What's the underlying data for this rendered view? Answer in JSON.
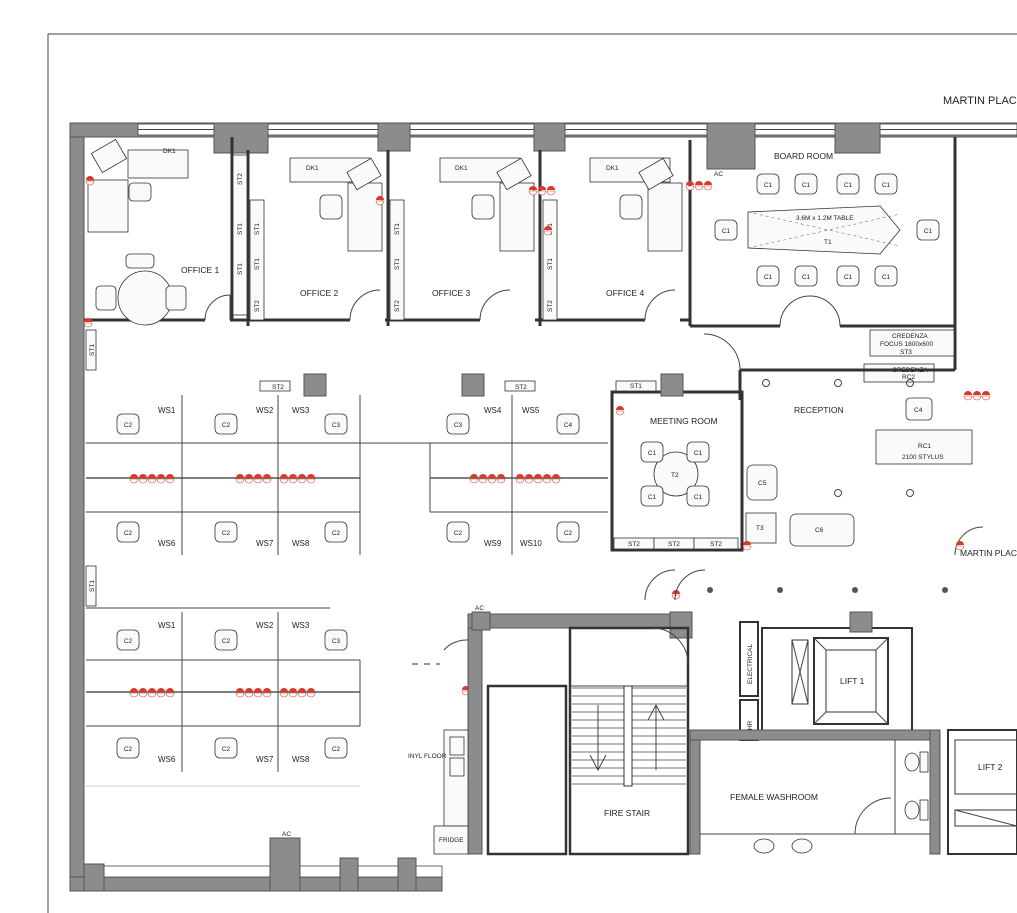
{
  "street": "MARTIN PLAC",
  "rooms": {
    "office1": "OFFICE 1",
    "office2": "OFFICE 2",
    "office3": "OFFICE 3",
    "office4": "OFFICE 4",
    "boardroom": "BOARD ROOM",
    "meeting": "MEETING ROOM",
    "reception": "RECEPTION",
    "firestair": "FIRE STAIR",
    "female_washroom": "FEMALE WASHROOM",
    "lift1": "LIFT 1",
    "lift2": "LIFT 2",
    "electrical": "ELECTRICAL",
    "fhr": "FHR",
    "fridge": "FRIDGE",
    "vinyl_floor": "INYL FLOOR"
  },
  "furniture": {
    "dk1": "DK1",
    "st1": "ST1",
    "st2": "ST2",
    "st3": "ST3",
    "table_label": "3.6M x 1.2M TABLE",
    "t1": "T1",
    "t2": "T2",
    "t3": "T3",
    "c1": "C1",
    "c2": "C2",
    "c3": "C3",
    "c4": "C4",
    "c5": "C5",
    "c6": "C6",
    "credenza": "CREDENZA",
    "credenza1_spec": "FOCUS 1800x600",
    "rc2": "RC2",
    "rc1": "RC1",
    "rc1_spec": "2100 STYLUS",
    "ac": "AC"
  },
  "workstations": [
    "WS1",
    "WS2",
    "WS3",
    "WS4",
    "WS5",
    "WS6",
    "WS7",
    "WS8",
    "WS9",
    "WS10"
  ]
}
